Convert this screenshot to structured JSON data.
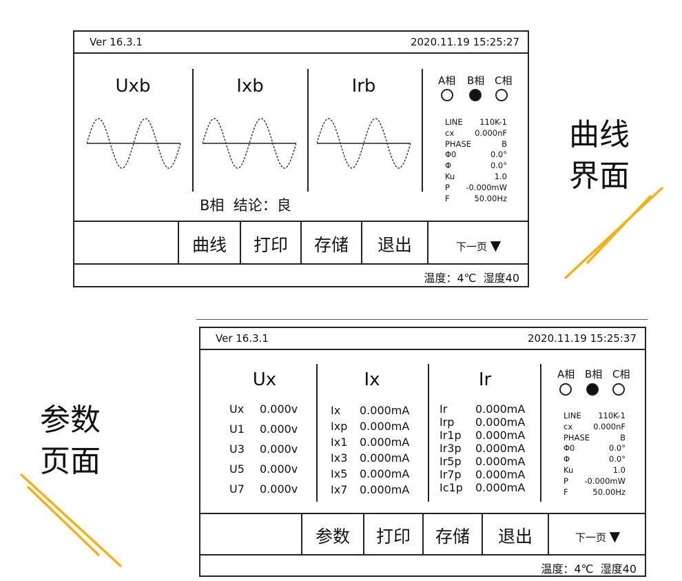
{
  "curve_screen": {
    "version": "Ver 16.3.1",
    "datetime": "2020.11.19 15:25:27",
    "panels": [
      "Uxb",
      "Ixb",
      "Irb"
    ],
    "phases": [
      "A相",
      "B相",
      "C相"
    ],
    "selected_phase": 1,
    "verdict": "B相  结论：良",
    "info": [
      {
        "k": "LINE",
        "v": "110K-1"
      },
      {
        "k": "cx",
        "v": "0.000nF"
      },
      {
        "k": "PHASE",
        "v": "B"
      },
      {
        "k": "Φ0",
        "v": "0.0°"
      },
      {
        "k": "Φ",
        "v": "0.0°"
      },
      {
        "k": "Ku",
        "v": "1.0"
      },
      {
        "k": "P",
        "v": "-0.000mW"
      },
      {
        "k": "F",
        "v": "50.00Hz"
      }
    ],
    "buttons": [
      "曲线",
      "打印",
      "存储",
      "退出"
    ],
    "next_page": "下一页",
    "next_icon": "▼",
    "status": "温度：4℃  湿度40"
  },
  "param_screen": {
    "version": "Ver 16.3.1",
    "datetime": "2020.11.19 15:25:37",
    "columns": [
      {
        "title": "Ux",
        "rows": [
          {
            "k": "Ux",
            "v": "0.000v"
          },
          {
            "k": "U1",
            "v": "0.000v"
          },
          {
            "k": "U3",
            "v": "0.000v"
          },
          {
            "k": "U5",
            "v": "0.000v"
          },
          {
            "k": "U7",
            "v": "0.000v"
          }
        ]
      },
      {
        "title": "Ix",
        "rows": [
          {
            "k": "Ix",
            "v": "0.000mA"
          },
          {
            "k": "Ixp",
            "v": "0.000mA"
          },
          {
            "k": "Ix1",
            "v": "0.000mA"
          },
          {
            "k": "Ix3",
            "v": "0.000mA"
          },
          {
            "k": "Ix5",
            "v": "0.000mA"
          },
          {
            "k": "Ix7",
            "v": "0.000mA"
          }
        ]
      },
      {
        "title": "Ir",
        "rows": [
          {
            "k": "Ir",
            "v": "0.000mA"
          },
          {
            "k": "Irp",
            "v": "0.000mA"
          },
          {
            "k": "Ir1p",
            "v": "0.000mA"
          },
          {
            "k": "Ir3p",
            "v": "0.000mA"
          },
          {
            "k": "Ir5p",
            "v": "0.000mA"
          },
          {
            "k": "Ir7p",
            "v": "0.000mA"
          },
          {
            "k": "Ic1p",
            "v": "0.000mA"
          }
        ]
      }
    ],
    "phases": [
      "A相",
      "B相",
      "C相"
    ],
    "selected_phase": 1,
    "info": [
      {
        "k": "LINE",
        "v": "110K-1"
      },
      {
        "k": "cx",
        "v": "0.000nF"
      },
      {
        "k": "PHASE",
        "v": "B"
      },
      {
        "k": "Φ0",
        "v": "0.0°"
      },
      {
        "k": "Φ",
        "v": "0.0°"
      },
      {
        "k": "Ku",
        "v": "1.0"
      },
      {
        "k": "P",
        "v": "-0.000mW"
      },
      {
        "k": "F",
        "v": "50.00Hz"
      }
    ],
    "buttons": [
      "参数",
      "打印",
      "存储",
      "退出"
    ],
    "next_page": "下一页",
    "next_icon": "▼",
    "status": "温度：4℃  湿度40"
  },
  "labels": {
    "curve_line1": "曲线",
    "curve_line2": "界面",
    "param_line1": "参数",
    "param_line2": "页面"
  },
  "colors": {
    "accent": "#f3b118",
    "line": "#222222"
  }
}
